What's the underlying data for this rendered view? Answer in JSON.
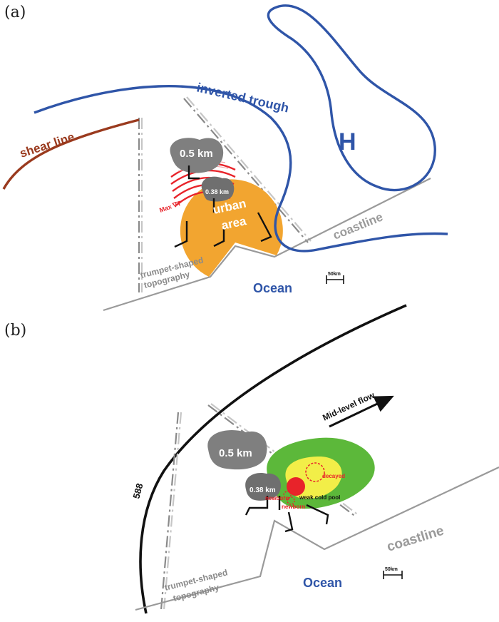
{
  "panels": {
    "a": {
      "label": "(a)",
      "shear_line": "shear line",
      "inverted_trough": "inverted trough",
      "high": "H",
      "cloud_top": "0.5 km",
      "cloud_low": "0.38 km",
      "max_grad": "Max ∇T",
      "urban_1": "urban",
      "urban_2": "area",
      "coastline": "coastline",
      "ocean": "Ocean",
      "topo_1": "trumpet-shaped",
      "topo_2": "topography",
      "scale": "50km"
    },
    "b": {
      "label": "(b)",
      "contour": "588",
      "flow": "Mid-level flow",
      "cloud_top": "0.5 km",
      "cloud_low": "0.38 km",
      "decayed": "decayed",
      "newborn_1": "newborn",
      "newborn_2": "newborn",
      "cold_pool": "weak cold pool",
      "coastline": "coastline",
      "ocean": "Ocean",
      "topo_1": "trumpet-shaped",
      "topo_2": "topography",
      "scale": "50km"
    }
  },
  "colors": {
    "trough": "#2f55a8",
    "shear": "#9a3a1e",
    "urban": "#f2a530",
    "coast": "#9a9a9a",
    "gradient": "#e8232a",
    "green": "#5cb83a",
    "yellow": "#f2ee48",
    "red": "#e8232a"
  }
}
